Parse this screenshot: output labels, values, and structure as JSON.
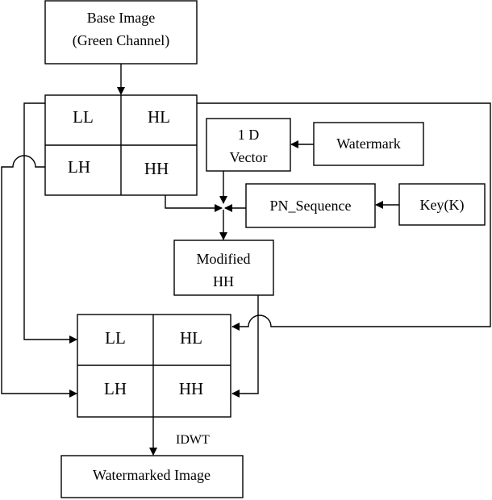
{
  "colors": {
    "stroke": "#000000",
    "background": "#ffffff"
  },
  "nodes": {
    "base_image_line1": "Base Image",
    "base_image_line2": "(Green Channel)",
    "vector_line1": "1 D",
    "vector_line2": "Vector",
    "watermark": "Watermark",
    "pn_sequence": "PN_Sequence",
    "key": "Key(K)",
    "modified_line1": "Modified",
    "modified_line2": "HH",
    "watermarked_image": "Watermarked Image"
  },
  "subbands_top": {
    "ll": "LL",
    "hl": "HL",
    "lh": "LH",
    "hh": "HH"
  },
  "subbands_bottom": {
    "ll": "LL",
    "hl": "HL",
    "lh": "LH",
    "hh": "HH"
  },
  "labels": {
    "idwt": "IDWT"
  }
}
